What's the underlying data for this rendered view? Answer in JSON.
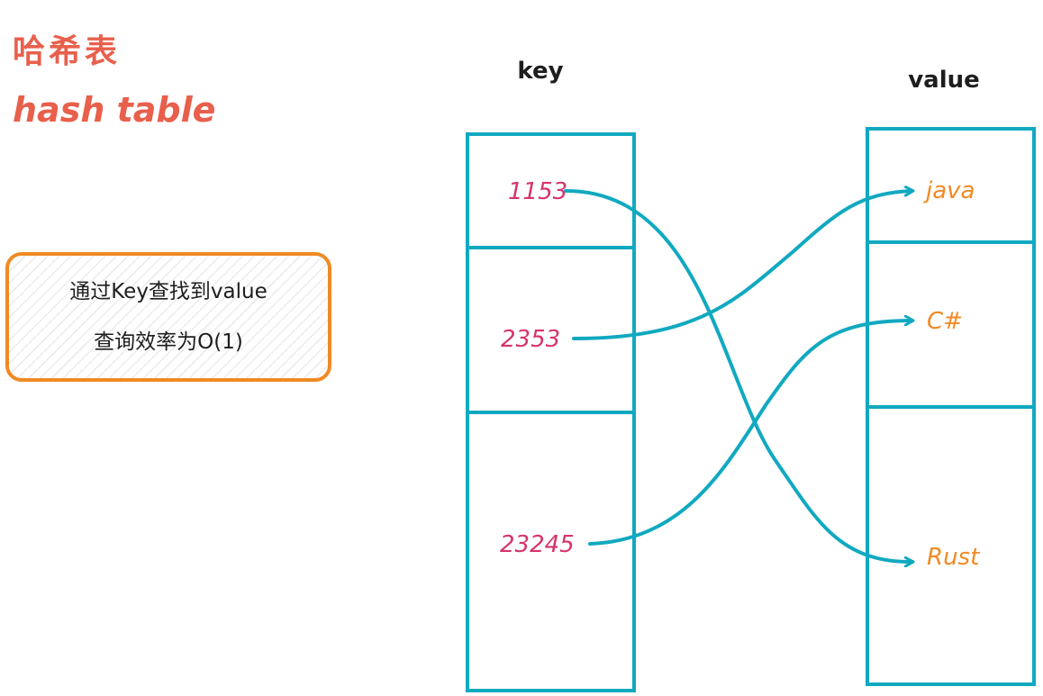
{
  "title": {
    "chinese": "哈希表",
    "english": "hash table"
  },
  "note": {
    "line1": "通过Key查找到value",
    "line2": "查询效率为O(1)"
  },
  "columns": {
    "key_header": "key",
    "value_header": "value"
  },
  "keys": [
    "1153",
    "2353",
    "23245"
  ],
  "values": [
    "java",
    "C#",
    "Rust"
  ],
  "mappings": [
    {
      "key": "1153",
      "value": "Rust"
    },
    {
      "key": "2353",
      "value": "java"
    },
    {
      "key": "23245",
      "value": "C#"
    }
  ],
  "colors": {
    "title": "#e8604c",
    "note_border": "#f08a24",
    "table_stroke": "#11a9c0",
    "arrow": "#11a9c0",
    "key_text": "#d6336c",
    "value_text": "#f08a24"
  }
}
